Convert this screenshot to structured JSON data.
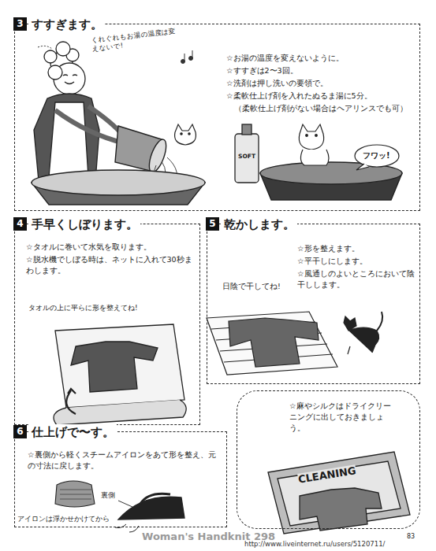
{
  "diagram": {
    "nodes": [
      {
        "text": [
          "3",
          "すすぎます。",
          "☆お湯の温度を変えないように。",
          "☆すすぎは2〜3回。",
          "☆洗剤は押し洗いの要領で。",
          "☆柔軟仕上げ剤を入れたぬるま湯に5分。",
          "（柔軟仕上げ剤がない場合はヘアリンスでも可）"
        ]
      },
      {
        "text": [
          "4",
          "手早くしぼります。",
          "☆タオルに巻いて水気を取ります。",
          "☆脱水機でしぼる時は、ネットに入れて30秒まわします。"
        ]
      },
      {
        "text": [
          "5",
          "乾かします。",
          "☆形を整えます。",
          "☆平干しにします。",
          "☆風通しのよいところにおいて陰干しします。"
        ]
      },
      {
        "text": [
          "☆麻やシルクはドライクリーニングに出しておきましょう。"
        ]
      },
      {
        "text": [
          "6",
          "仕上げで〜す。",
          "☆裏側から軽くスチームアイロンをあて形を整え、元の寸法に戻します。"
        ]
      }
    ],
    "labels": [
      "くれぐれもお湯の温度は変えないで!",
      "SOFT",
      "フワッ!",
      "タオルの上に平らに形を整えてね!",
      "日陰で干してね!",
      "CLEANING",
      "裏側",
      "アイロンは浮かせかけてから",
      "Woman's Handknit 298",
      "83",
      "http://www.liveinternet.ru/users/5120711/"
    ]
  }
}
